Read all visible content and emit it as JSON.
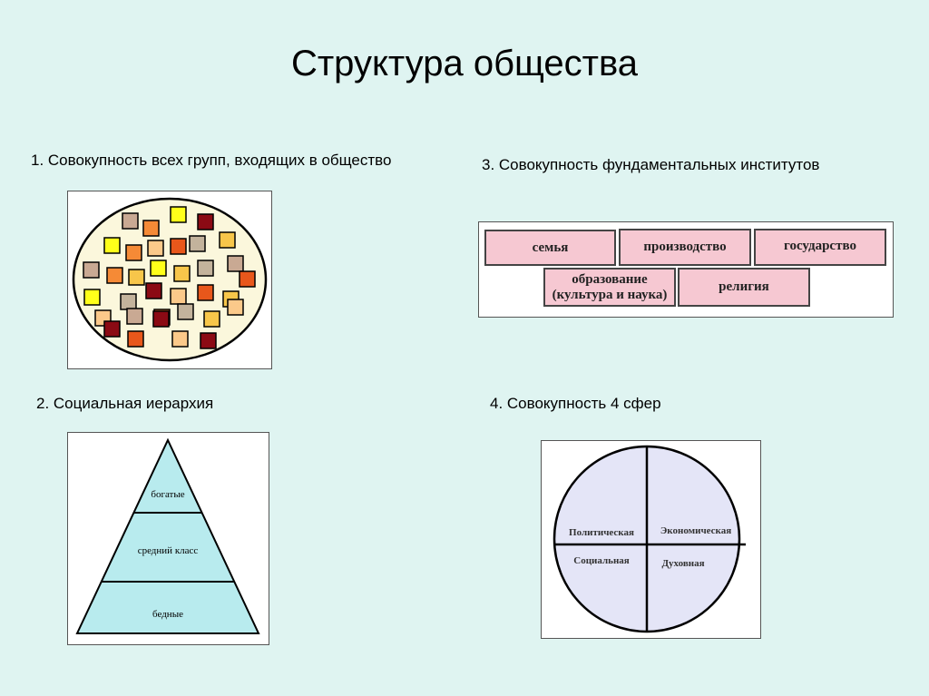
{
  "title": "Структура общества",
  "section1": {
    "caption": "1. Совокупность всех групп, входящих в общество"
  },
  "section2": {
    "caption": "2. Социальная иерархия",
    "levels": {
      "top": "богатые",
      "middle": "средний класс",
      "bottom": "бедные"
    }
  },
  "section3": {
    "caption": "3. Совокупность фундаментальных институтов",
    "institutions": {
      "family": "семья",
      "production": "производство",
      "state": "государство",
      "education": "образование\n(культура и наука)",
      "religion": "религия"
    }
  },
  "section4": {
    "caption": "4. Совокупность 4 сфер",
    "spheres": {
      "political": "Политическая",
      "economic": "Экономическая",
      "social": "Социальная",
      "spiritual": "Духовная"
    }
  },
  "colors": {
    "background": "#dff4f1",
    "group_palette": [
      "#c9a993",
      "#f58a36",
      "#f7c64a",
      "#ffff1a",
      "#8b0a14",
      "#fbc98a",
      "#e8571b",
      "#c3b39c"
    ],
    "pyramid_fill": "#b8ebee",
    "institution_fill": "#f6c8d2",
    "sphere_fill": "#e4e5f7"
  }
}
